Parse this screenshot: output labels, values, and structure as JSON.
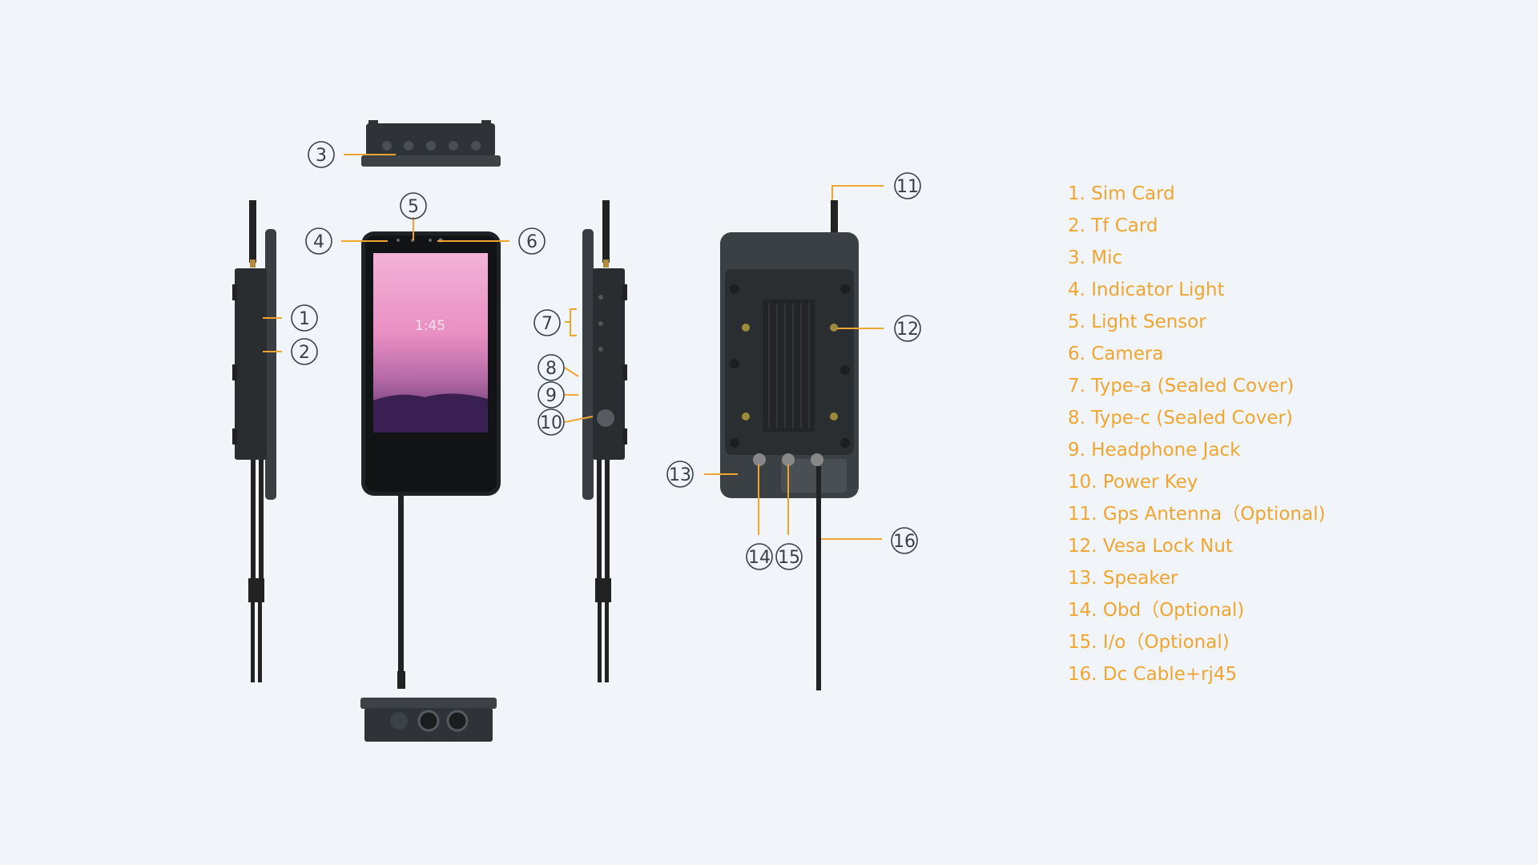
{
  "colors": {
    "background": "#f1f5fa",
    "accent": "#f0a531",
    "device": "#2e3236",
    "callout": "#3a3f46"
  },
  "screen": {
    "time": "1:45"
  },
  "callouts": [
    "1",
    "2",
    "3",
    "4",
    "5",
    "6",
    "7",
    "8",
    "9",
    "10",
    "11",
    "12",
    "13",
    "14",
    "15",
    "16"
  ],
  "parts": [
    "1. Sim Card",
    "2. Tf Card",
    "3. Mic",
    "4. Indicator Light",
    "5. Light Sensor",
    "6. Camera",
    "7. Type-a (Sealed Cover)",
    "8. Type-c (Sealed Cover)",
    "9. Headphone Jack",
    "10. Power Key",
    "11. Gps Antenna（Optional)",
    "12. Vesa Lock Nut",
    "13. Speaker",
    "14. Obd（Optional)",
    "15. I/o（Optional)",
    "16. Dc Cable+rj45"
  ]
}
